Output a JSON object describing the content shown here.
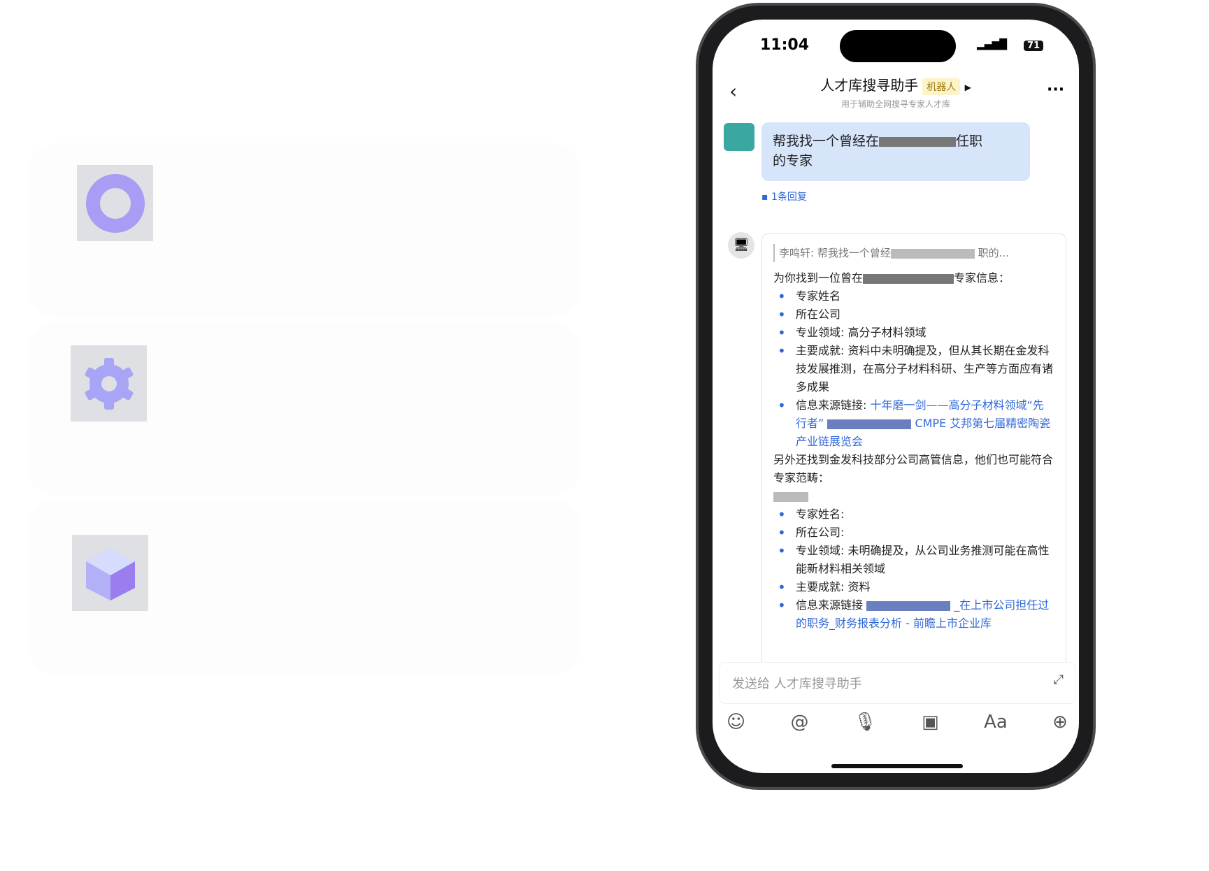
{
  "status": {
    "time": "11:04",
    "battery": "71"
  },
  "header": {
    "title": "人才库搜寻助手",
    "badge": "机器人",
    "subtitle": "用于辅助全网搜寻专家人才库"
  },
  "user_msg": {
    "line1": "帮我找一个曾经在",
    "line1_end": "任职",
    "line2": "的专家",
    "reply_count": "1条回复"
  },
  "bot_msg": {
    "quote": "李鸣轩: 帮我找一个曾经",
    "quote_end": "职的...",
    "intro": "为你找到一位曾在",
    "intro_end": "专家信息：",
    "expert1": [
      "专家姓名",
      "所在公司",
      "专业领域: 高分子材料领域",
      "主要成就: 资料中未明确提及，但从其长期在金发科技发展推测，在高分子材料科研、生产等方面应有诸多成果"
    ],
    "source1_label": "信息来源链接: ",
    "source1_link": "十年磨一剑——高分子材料领域“先行者”",
    "source1_link2": "CMPE 艾邦第七届精密陶瓷产业链展览会",
    "also": "另外还找到金发科技部分公司高管信息，他们也可能符合专家范畴：",
    "expert2": [
      "专家姓名:",
      "所在公司:",
      "专业领域: 未明确提及，从公司业务推测可能在高性能新材料相关领域",
      "主要成就: 资料"
    ],
    "source2_label": "信息来源链接",
    "source2_link": "_在上市公司担任过的职务_财务报表分析 - 前瞻上市企业库"
  },
  "input": {
    "placeholder": "发送给 人才库搜寻助手"
  },
  "toolbar": {
    "font_label": "Aa"
  }
}
